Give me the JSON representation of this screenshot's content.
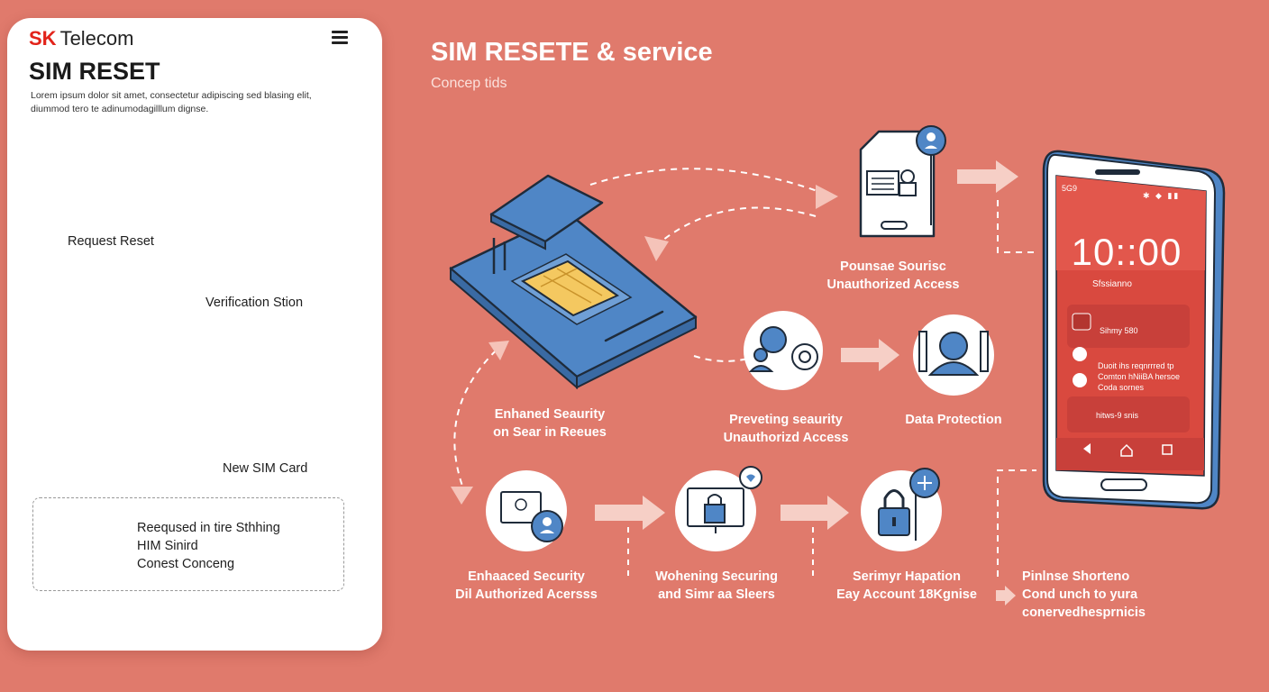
{
  "panel": {
    "brand_prefix": "SK",
    "brand_name": "Telecom",
    "title": "SIM RESET",
    "description": "Lorem ipsum dolor sit amet, consectetur adipiscing sed blasing elit, diummod tero te adinumodagilllum dignse.",
    "steps": {
      "request": "Request Reset",
      "verification": "Verification Stion",
      "new_sim": "New SIM Card"
    },
    "note": {
      "line1": "Reeqused in tire Sthhing",
      "line2": "HIM Sinird",
      "line3": "Conest Conceng"
    }
  },
  "main": {
    "title": "SIM RESETE & service",
    "subtitle": "Concep tids",
    "nodes": {
      "protect_1": "Pounsae Sourisc",
      "protect_2": "Unauthorized Access",
      "enhanced_1": "Enhaned Seaurity",
      "enhanced_2": "on Sear in Reeues",
      "preventing_1": "Preveting seaurity",
      "preventing_2": "Unauthorizd Access",
      "data_protection": "Data Protection",
      "enhaaced_1": "Enhaaced Security",
      "enhaaced_2": "Dil Authorized Acersss",
      "wohening_1": "Wohening Securing",
      "wohening_2": "and Simr aa Sleers",
      "serimyr_1": "Serimyr Hapation",
      "serimyr_2": "Eay Account 18Kgnise",
      "pinlnse_1": "Pinlnse Shorteno",
      "pinlnse_2": "Cond unch to yura",
      "pinlnse_3": "conervedhesprnicis"
    }
  },
  "phone": {
    "status_left": "5G9",
    "time": "10::00",
    "time_sub": "Sfssianno",
    "card1": "Sihmy 580",
    "item2_a": "Duoit ihs reqnrrred tp",
    "item2_b": "Comton hNiiBA hersoe",
    "item2_c": "Coda sornes",
    "item3": "hitws-9 snis"
  },
  "colors": {
    "background": "#e07a6c",
    "accent_blue": "#4f86c6",
    "sim_gold": "#f4c860",
    "brand_red": "#e2231a"
  }
}
